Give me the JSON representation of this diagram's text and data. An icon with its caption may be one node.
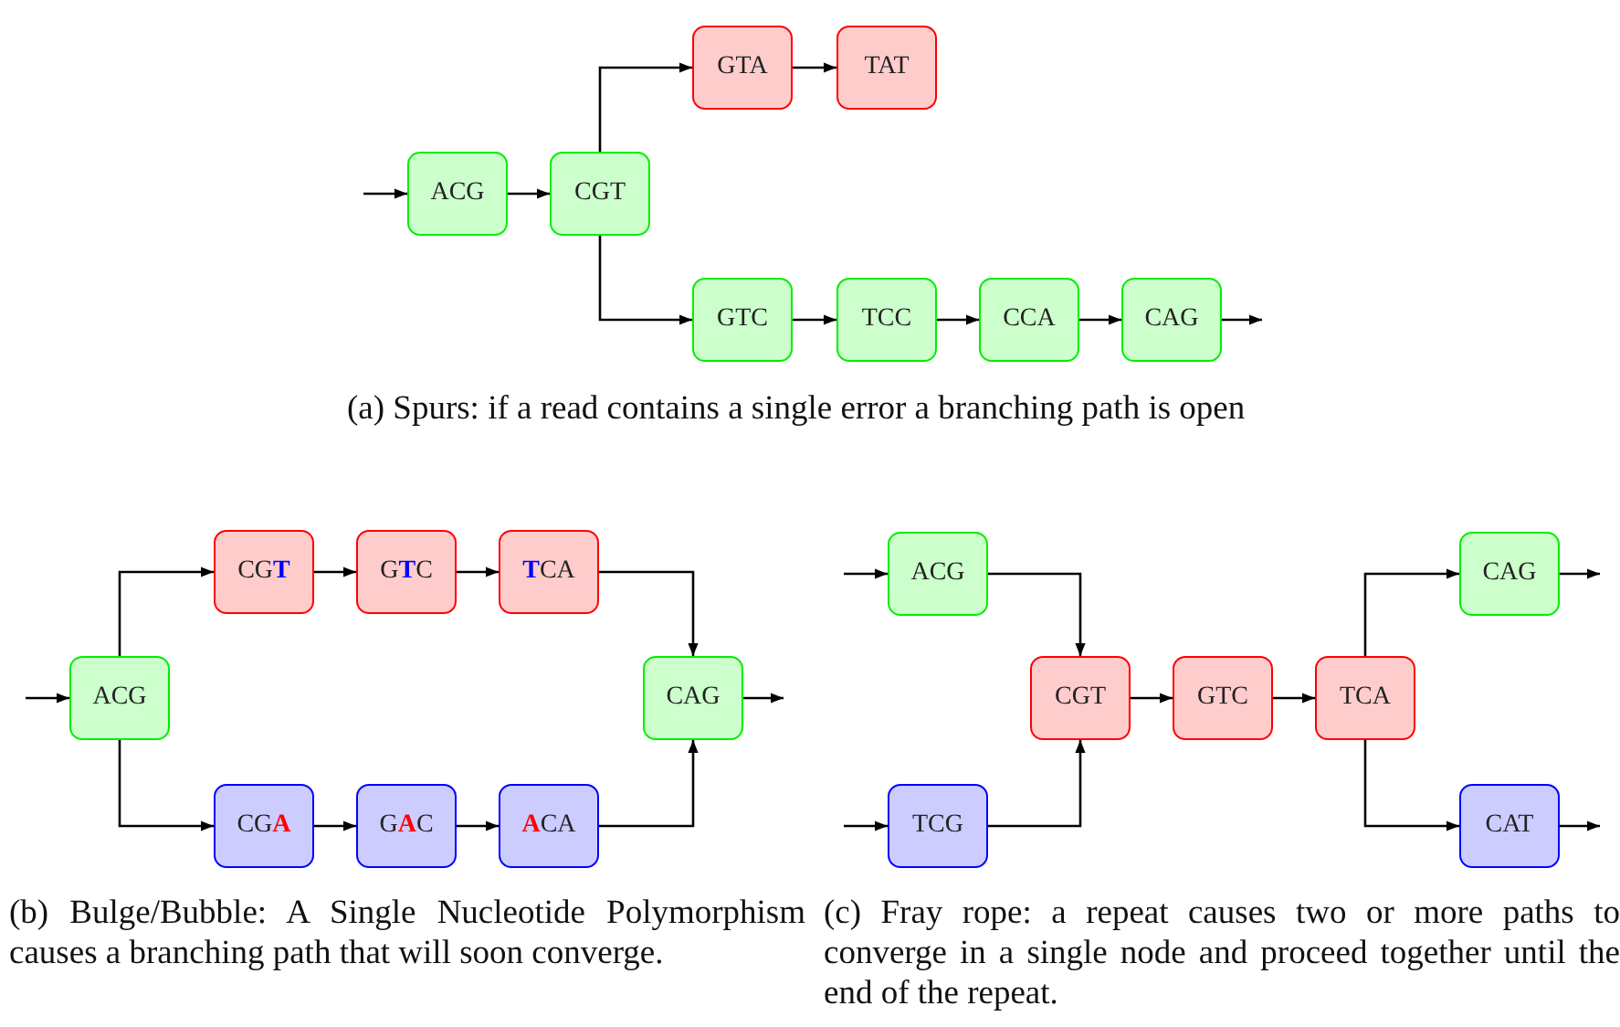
{
  "diagram": {
    "nodes": [
      {
        "text": [
          "ACG"
        ]
      },
      {
        "text": [
          "CGT"
        ]
      },
      {
        "text": [
          "GTA"
        ]
      },
      {
        "text": [
          "TAT"
        ]
      },
      {
        "text": [
          "GTC"
        ]
      },
      {
        "text": [
          "TCC"
        ]
      },
      {
        "text": [
          "CCA"
        ]
      },
      {
        "text": [
          "CAG"
        ]
      },
      {
        "text": [
          "ACG"
        ]
      },
      {
        "text": [
          "CG**T**"
        ]
      },
      {
        "text": [
          "G**T**C"
        ]
      },
      {
        "text": [
          "**T**CA"
        ]
      },
      {
        "text": [
          "CG**A**"
        ]
      },
      {
        "text": [
          "G**A**C"
        ]
      },
      {
        "text": [
          "**A**CA"
        ]
      },
      {
        "text": [
          "CAG"
        ]
      },
      {
        "text": [
          "ACG"
        ]
      },
      {
        "text": [
          "TCG"
        ]
      },
      {
        "text": [
          "CGT"
        ]
      },
      {
        "text": [
          "GTC"
        ]
      },
      {
        "text": [
          "TCA"
        ]
      },
      {
        "text": [
          "CAG"
        ]
      },
      {
        "text": [
          "CAT"
        ]
      }
    ],
    "edges": [
      {
        "from": null,
        "to": 0,
        "arrow": "to"
      },
      {
        "from": 0,
        "to": 1,
        "arrow": "to"
      },
      {
        "from": 1,
        "to": 2,
        "arrow": "to"
      },
      {
        "from": 2,
        "to": 3,
        "arrow": "to"
      },
      {
        "from": 1,
        "to": 4,
        "arrow": "to"
      },
      {
        "from": 4,
        "to": 5,
        "arrow": "to"
      },
      {
        "from": 5,
        "to": 6,
        "arrow": "to"
      },
      {
        "from": 6,
        "to": 7,
        "arrow": "to"
      },
      {
        "from": 7,
        "to": null,
        "arrow": "to"
      },
      {
        "from": null,
        "to": 8,
        "arrow": "to"
      },
      {
        "from": 8,
        "to": 9,
        "arrow": "to"
      },
      {
        "from": 9,
        "to": 10,
        "arrow": "to"
      },
      {
        "from": 10,
        "to": 11,
        "arrow": "to"
      },
      {
        "from": 11,
        "to": 15,
        "arrow": "to"
      },
      {
        "from": 8,
        "to": 12,
        "arrow": "to"
      },
      {
        "from": 12,
        "to": 13,
        "arrow": "to"
      },
      {
        "from": 13,
        "to": 14,
        "arrow": "to"
      },
      {
        "from": 14,
        "to": 15,
        "arrow": "to"
      },
      {
        "from": 15,
        "to": null,
        "arrow": "to"
      },
      {
        "from": null,
        "to": 16,
        "arrow": "to"
      },
      {
        "from": null,
        "to": 17,
        "arrow": "to"
      },
      {
        "from": 16,
        "to": 18,
        "arrow": "to"
      },
      {
        "from": 17,
        "to": 18,
        "arrow": "to"
      },
      {
        "from": 18,
        "to": 19,
        "arrow": "to"
      },
      {
        "from": 19,
        "to": 20,
        "arrow": "to"
      },
      {
        "from": 20,
        "to": 21,
        "arrow": "to"
      },
      {
        "from": 20,
        "to": 22,
        "arrow": "to"
      },
      {
        "from": 21,
        "to": null,
        "arrow": "to"
      },
      {
        "from": 22,
        "to": null,
        "arrow": "to"
      }
    ],
    "labels": [
      "(a) Spurs: if a read contains a single error a branching path is open",
      "(b) Bulge/Bubble: A Single Nucleotide Polymorphism causes a branching path that will soon converge.",
      "(c) Fray rope: a repeat causes two or more paths to converge in a single node and proceed together until the end of the repeat."
    ]
  }
}
